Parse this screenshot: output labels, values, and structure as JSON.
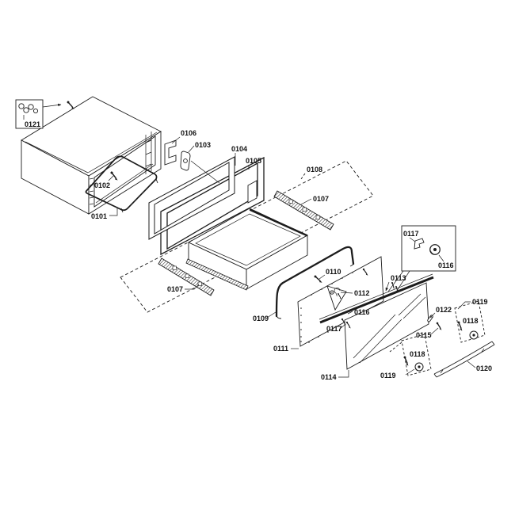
{
  "diagram": {
    "kind": "exploded-parts-diagram",
    "background_color": "#ffffff",
    "line_color": "#1c1c1c",
    "label_color": "#111111",
    "part_numbers": [
      "0101",
      "0102",
      "0103",
      "0104",
      "0105",
      "0106",
      "0107",
      "0108",
      "0109",
      "0110",
      "0111",
      "0112",
      "0113",
      "0114",
      "0115",
      "0116",
      "0117",
      "0118",
      "0119",
      "0120",
      "0121",
      "0122"
    ],
    "labels": [
      {
        "part": "0121",
        "text": "0121",
        "instance": "hardware-detail-box"
      },
      {
        "part": "0102",
        "text": "0102",
        "instance": "cabinet-screw"
      },
      {
        "part": "0101",
        "text": "0101",
        "instance": "wire-frame"
      },
      {
        "part": "0106",
        "text": "0106",
        "instance": "bracket"
      },
      {
        "part": "0103",
        "text": "0103",
        "instance": "latch"
      },
      {
        "part": "0104",
        "text": "0104",
        "instance": "inner-frame"
      },
      {
        "part": "0105",
        "text": "0105",
        "instance": "outer-frame"
      },
      {
        "part": "0108",
        "text": "0108",
        "instance": "rail-kit-boundary"
      },
      {
        "part": "0107",
        "text": "0107",
        "instance": "right-rail"
      },
      {
        "part": "0107",
        "text": "0107",
        "instance": "left-rail"
      },
      {
        "part": "0109",
        "text": "0109",
        "instance": "seal-gasket"
      },
      {
        "part": "0110",
        "text": "0110",
        "instance": "panel-screw"
      },
      {
        "part": "0111",
        "text": "0111",
        "instance": "inner-door-panel"
      },
      {
        "part": "0112",
        "text": "0112",
        "instance": "clip"
      },
      {
        "part": "0113",
        "text": "0113",
        "instance": "door-screws-top"
      },
      {
        "part": "0114",
        "text": "0114",
        "instance": "glass-door"
      },
      {
        "part": "0115",
        "text": "0115",
        "instance": "side-screw"
      },
      {
        "part": "0116",
        "text": "0116",
        "instance": "detail-box-disc"
      },
      {
        "part": "0116",
        "text": "0116",
        "instance": "door-trim-strip"
      },
      {
        "part": "0117",
        "text": "0117",
        "instance": "detail-box-clip"
      },
      {
        "part": "0117",
        "text": "0117",
        "instance": "door-screws"
      },
      {
        "part": "0118",
        "text": "0118",
        "instance": "upper-fixing-kit"
      },
      {
        "part": "0118",
        "text": "0118",
        "instance": "lower-fixing-kit"
      },
      {
        "part": "0119",
        "text": "0119",
        "instance": "upper-fixing-kit"
      },
      {
        "part": "0119",
        "text": "0119",
        "instance": "lower-fixing-kit"
      },
      {
        "part": "0120",
        "text": "0120",
        "instance": "handle-bar"
      },
      {
        "part": "0122",
        "text": "0122",
        "instance": "pin"
      }
    ]
  }
}
